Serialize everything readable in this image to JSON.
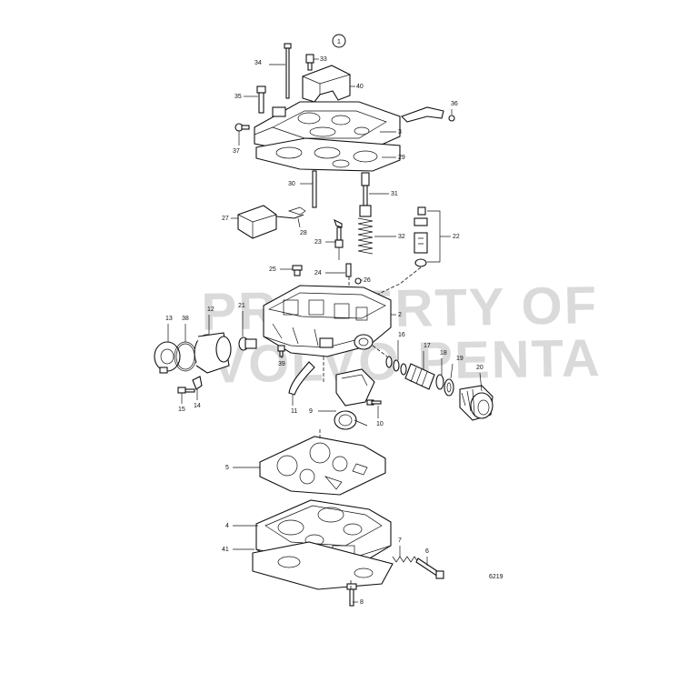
{
  "figure_number": "1",
  "drawing_number": "6219",
  "watermark": {
    "line1": "PROPERTY OF",
    "line2": "VOLVO PENTA"
  },
  "callouts": [
    "34",
    "33",
    "40",
    "35",
    "36",
    "37",
    "3",
    "29",
    "30",
    "31",
    "27",
    "28",
    "22",
    "23",
    "32",
    "25",
    "24",
    "26",
    "21",
    "2",
    "13",
    "38",
    "12",
    "16",
    "17",
    "18",
    "19",
    "20",
    "39",
    "15",
    "14",
    "11",
    "9",
    "10",
    "5",
    "4",
    "41",
    "7",
    "6",
    "8"
  ]
}
